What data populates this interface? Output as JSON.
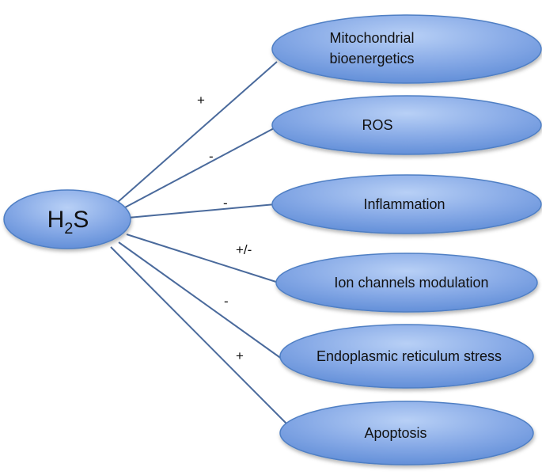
{
  "hub": {
    "label_main": "H",
    "label_subscript": "2",
    "label_tail": "S"
  },
  "targets": [
    {
      "line1": "Mitochondrial",
      "line2": "bioenergetics",
      "sign": "+"
    },
    {
      "line1": "ROS",
      "line2": "",
      "sign": "-"
    },
    {
      "line1": "Inflammation",
      "line2": "",
      "sign": "-"
    },
    {
      "line1": "Ion channels modulation",
      "line2": "",
      "sign": "+/-"
    },
    {
      "line1": "Endoplasmic reticulum stress",
      "line2": "",
      "sign": "-"
    },
    {
      "line1": "Apoptosis",
      "line2": "",
      "sign": "+"
    }
  ],
  "colors": {
    "ellipse_light": "#a9c4f1",
    "ellipse_dark": "#5d8bd6",
    "ellipse_stroke": "#4f7fc4",
    "connector": "#4a6a9c"
  }
}
